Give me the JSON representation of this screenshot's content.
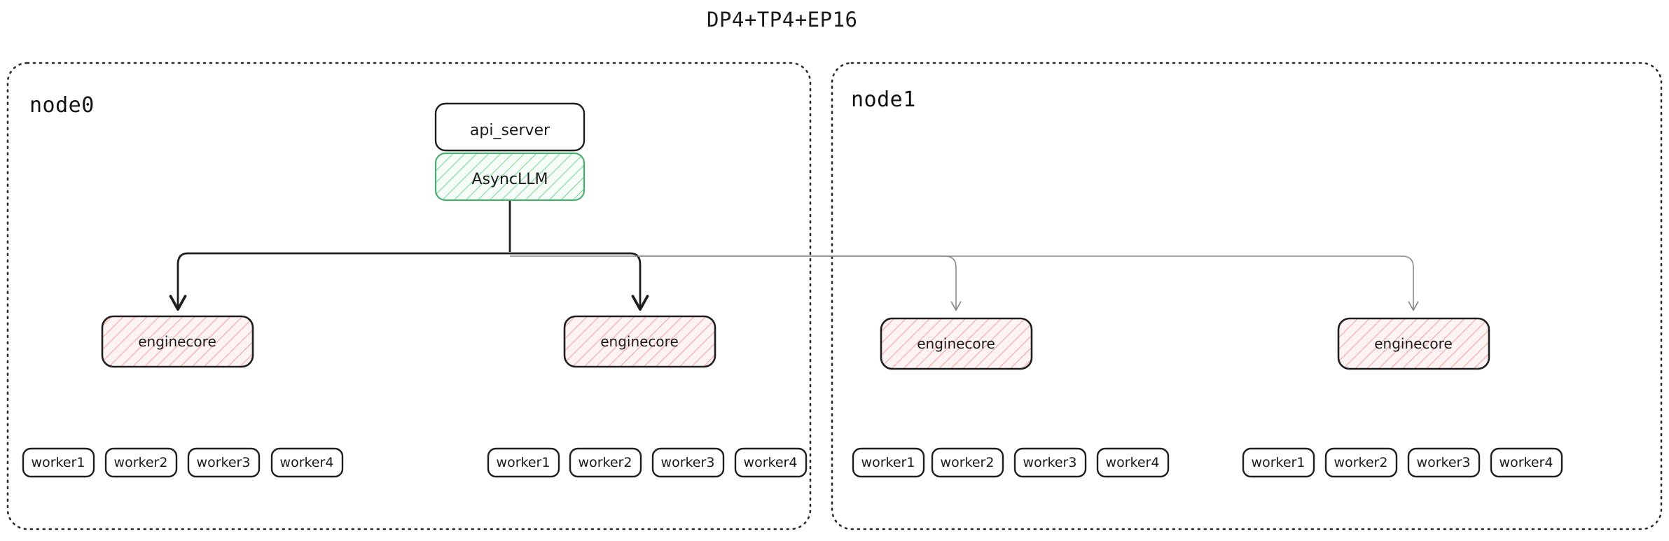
{
  "title": "DP4+TP4+EP16",
  "colors": {
    "background": "#ffffff",
    "frame_stroke": "#2b2b2b",
    "box_stroke": "#1f1f1f",
    "async_hatch": "#7fd89a",
    "async_fill": "#f4fbf6",
    "async_stroke": "#4caf72",
    "engine_hatch": "#f3a6a6",
    "engine_fill": "#fdf1f1",
    "link_strong": "#1f1f1f",
    "link_weak": "#8a8a8a",
    "text": "#1b1b1b"
  },
  "nodes": [
    {
      "id": "node0",
      "label": "node0",
      "has_api_server": true,
      "api_server": {
        "label": "api_server"
      },
      "async_llm": {
        "label": "AsyncLLM"
      },
      "enginecores": [
        {
          "label": "enginecore",
          "workers": [
            "worker1",
            "worker2",
            "worker3",
            "worker4"
          ]
        },
        {
          "label": "enginecore",
          "workers": [
            "worker1",
            "worker2",
            "worker3",
            "worker4"
          ]
        }
      ]
    },
    {
      "id": "node1",
      "label": "node1",
      "has_api_server": false,
      "enginecores": [
        {
          "label": "enginecore",
          "workers": [
            "worker1",
            "worker2",
            "worker3",
            "worker4"
          ]
        },
        {
          "label": "enginecore",
          "workers": [
            "worker1",
            "worker2",
            "worker3",
            "worker4"
          ]
        }
      ]
    }
  ]
}
